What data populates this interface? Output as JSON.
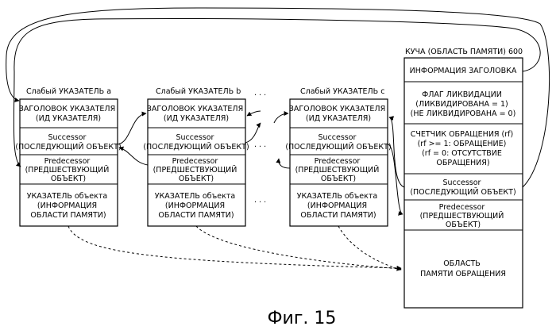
{
  "weak_pointers": [
    {
      "title": "Слабый УКАЗАТЕЛЬ a",
      "header": [
        "ЗАГОЛОВОК УКАЗАТЕЛЯ",
        "(ИД УКАЗАТЕЛЯ)"
      ],
      "successor": [
        "Successor",
        "(ПОСЛЕДУЮЩИЙ ОБЪЕКТ)"
      ],
      "predecessor": [
        "Predecessor",
        "(ПРЕДШЕСТВУЮЩИЙ",
        "ОБЪЕКТ)"
      ],
      "object_pointer": [
        "УКАЗАТЕЛЬ объекта",
        "(ИНФОРМАЦИЯ",
        "ОБЛАСТИ ПАМЯТИ)"
      ]
    },
    {
      "title": "Слабый УКАЗАТЕЛЬ b",
      "header": [
        "ЗАГОЛОВОК УКАЗАТЕЛЯ",
        "(ИД УКАЗАТЕЛЯ)"
      ],
      "successor": [
        "Successor",
        "(ПОСЛЕДУЮЩИЙ ОБЪЕКТ)"
      ],
      "predecessor": [
        "Predecessor",
        "(ПРЕДШЕСТВУЮЩИЙ",
        "ОБЪЕКТ)"
      ],
      "object_pointer": [
        "УКАЗАТЕЛЬ объекта",
        "(ИНФОРМАЦИЯ",
        "ОБЛАСТИ ПАМЯТИ)"
      ]
    },
    {
      "title": "Слабый УКАЗАТЕЛЬ c",
      "header": [
        "ЗАГОЛОВОК УКАЗАТЕЛЯ",
        "(ИД УКАЗАТЕЛЯ)"
      ],
      "successor": [
        "Successor",
        "(ПОСЛЕДУЮЩИЙ ОБЪЕКТ)"
      ],
      "predecessor": [
        "Predecessor",
        "(ПРЕДШЕСТВУЮЩИЙ",
        "ОБЪЕКТ)"
      ],
      "object_pointer": [
        "УКАЗАТЕЛЬ объекта",
        "(ИНФОРМАЦИЯ",
        "ОБЛАСТИ ПАМЯТИ)"
      ]
    }
  ],
  "heap": {
    "title": "КУЧА (ОБЛАСТЬ ПАМЯТИ) 600",
    "header_info": [
      "ИНФОРМАЦИЯ ЗАГОЛОВКА"
    ],
    "liquidation_flag": [
      "ФЛАГ ЛИКВИДАЦИИ",
      "(ЛИКВИДИРОВАНА = 1)",
      "(НЕ ЛИКВИДИРОВАНА = 0)"
    ],
    "ref_counter": [
      "СЧЕТЧИК ОБРАЩЕНИЯ (rf)",
      "(rf >= 1: ОБРАЩЕНИЕ)",
      "(rf = 0: ОТСУТСТВИЕ",
      "ОБРАЩЕНИЯ)"
    ],
    "successor": [
      "Successor",
      "(ПОСЛЕДУЮЩИЙ ОБЪЕКТ)"
    ],
    "predecessor": [
      "Predecessor",
      "(ПРЕДШЕСТВУЮЩИЙ",
      "ОБЪЕКТ)"
    ],
    "access_area": [
      "ОБЛАСТЬ",
      "ПАМЯТИ ОБРАЩЕНИЯ"
    ]
  },
  "ellipsis": "· · ·",
  "caption": "Фиг. 15"
}
